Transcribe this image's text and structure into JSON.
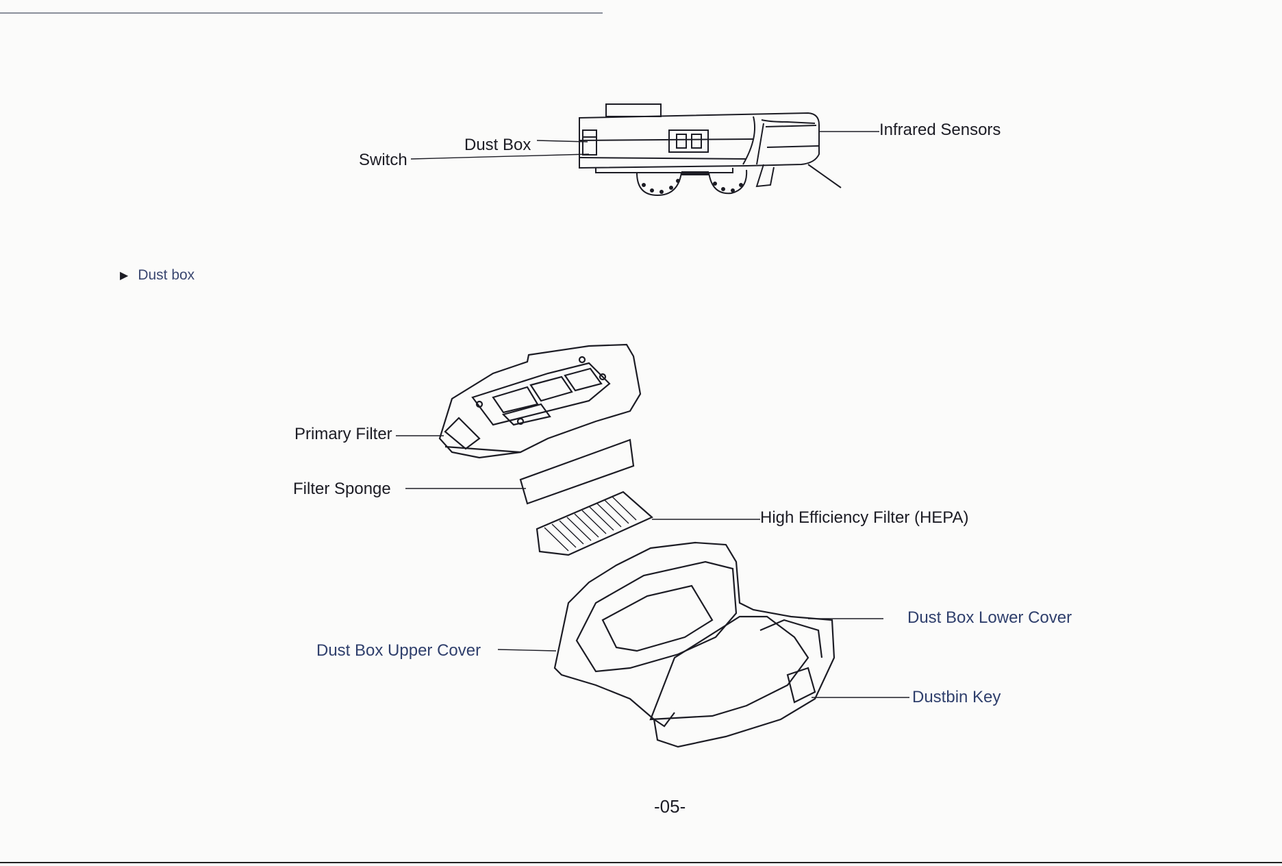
{
  "top_diagram": {
    "labels": {
      "switch": "Switch",
      "dust_box": "Dust Box",
      "infrared_sensors": "Infrared Sensors"
    }
  },
  "section": {
    "bullet_icon": "triangle-right-icon",
    "title": "Dust box"
  },
  "exploded_diagram": {
    "labels": {
      "primary_filter": "Primary Filter",
      "filter_sponge": "Filter Sponge",
      "hepa": "High Efficiency Filter (HEPA)",
      "upper_cover": "Dust Box Upper Cover",
      "lower_cover": "Dust Box Lower Cover",
      "dustbin_key": "Dustbin Key"
    }
  },
  "page_number": "-05-",
  "colors": {
    "ink": "#1c1c24",
    "blue_label": "#2f3f6c",
    "paper": "#fbfbfa"
  }
}
